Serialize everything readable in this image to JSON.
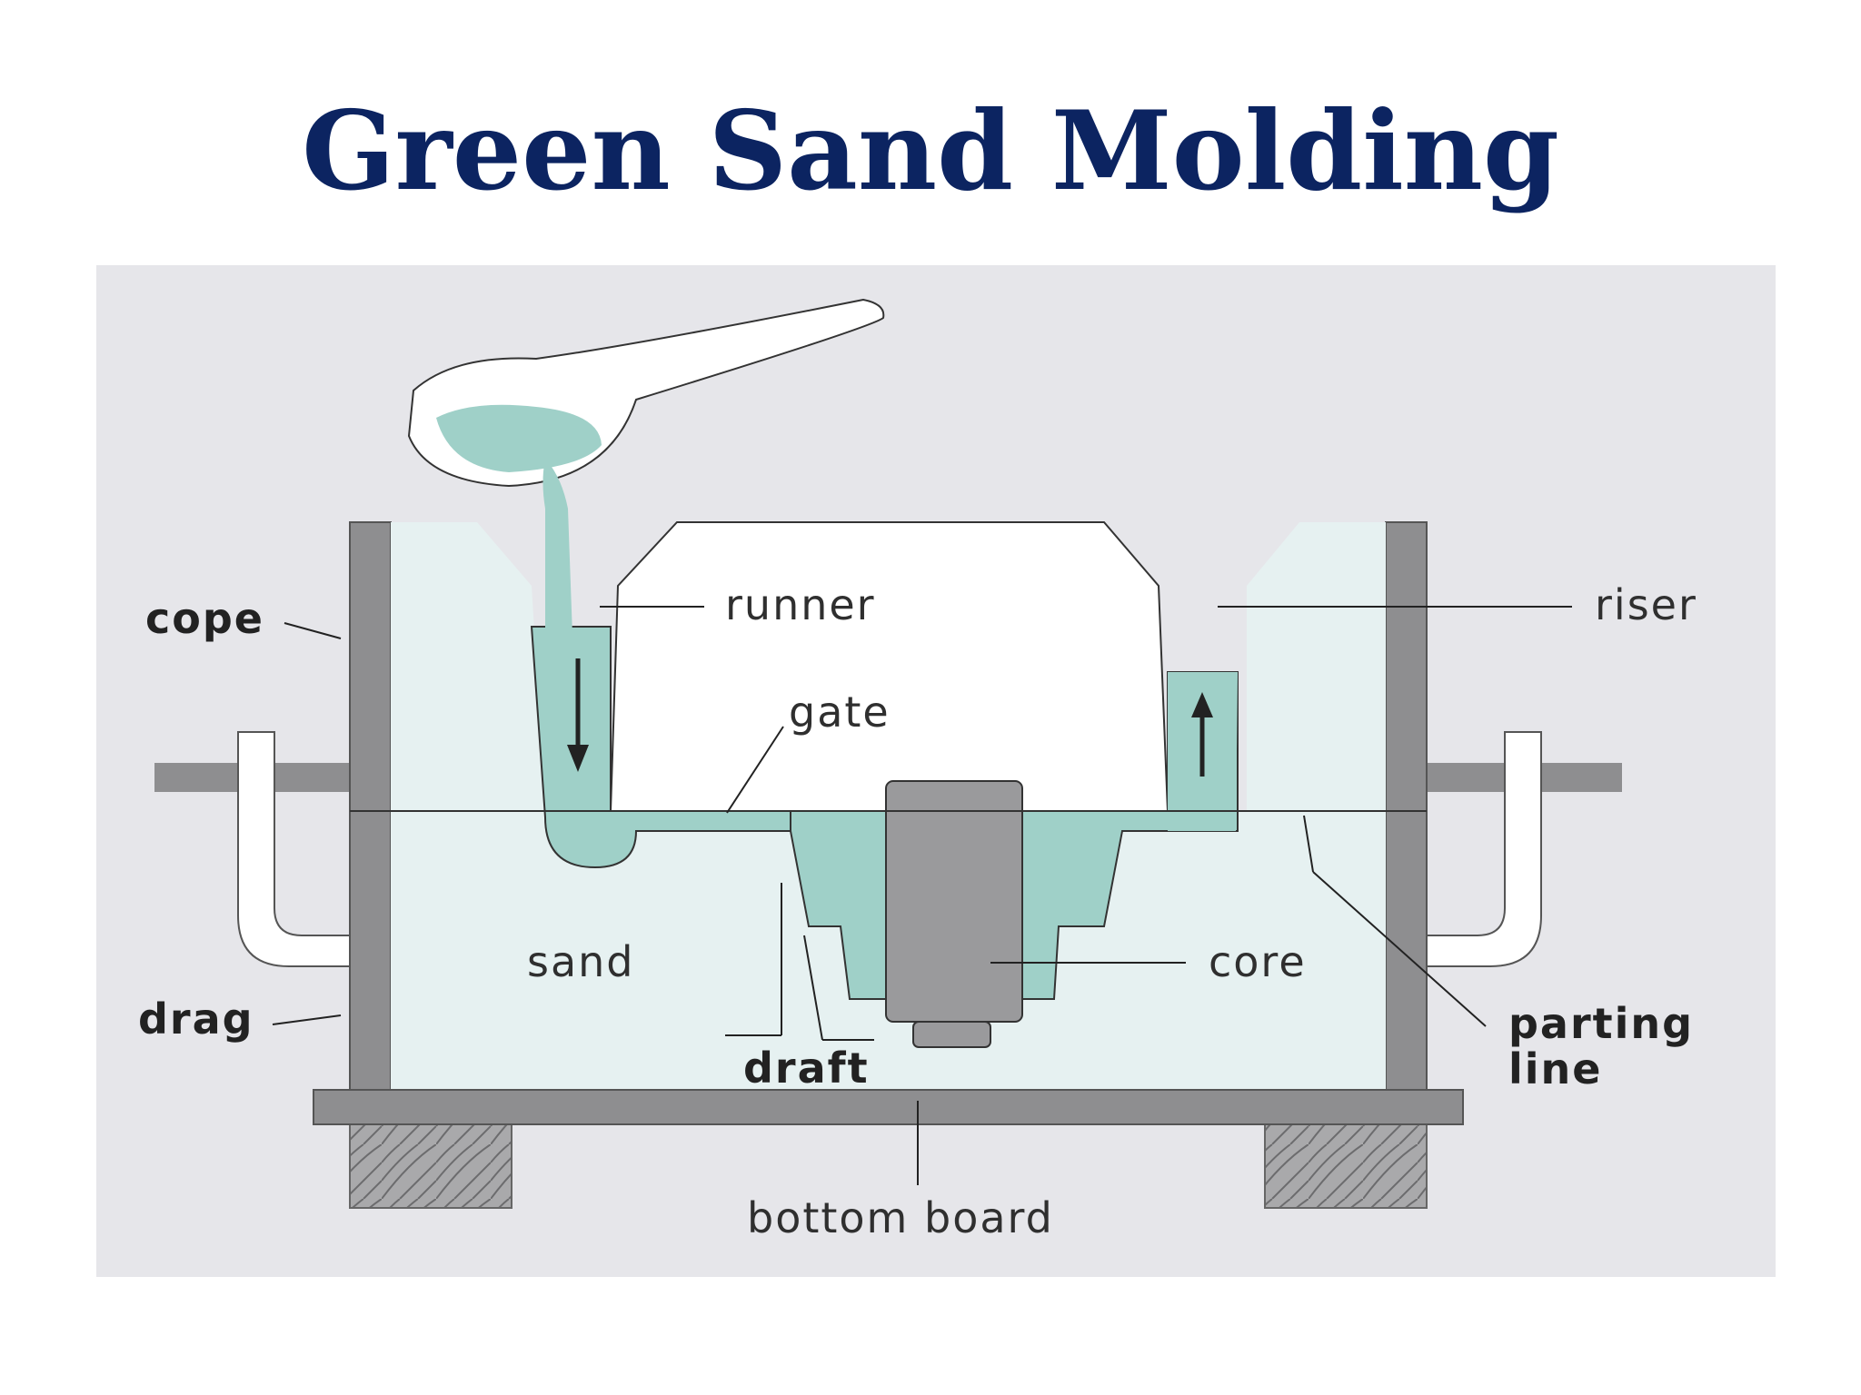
{
  "title": "Green Sand Molding",
  "labels": {
    "cope": "cope",
    "drag": "drag",
    "runner": "runner",
    "gate": "gate",
    "riser": "riser",
    "sand": "sand",
    "core": "core",
    "draft": "draft",
    "parting_line_1": "parting",
    "parting_line_2": "line",
    "bottom_board": "bottom board"
  },
  "colors": {
    "title": "#0c2461",
    "metal": "#9fd0c8",
    "sand": "#e6f1f1",
    "flask": "#8e8e90",
    "panel": "#e6e6ea",
    "core": "#9a9a9c"
  }
}
